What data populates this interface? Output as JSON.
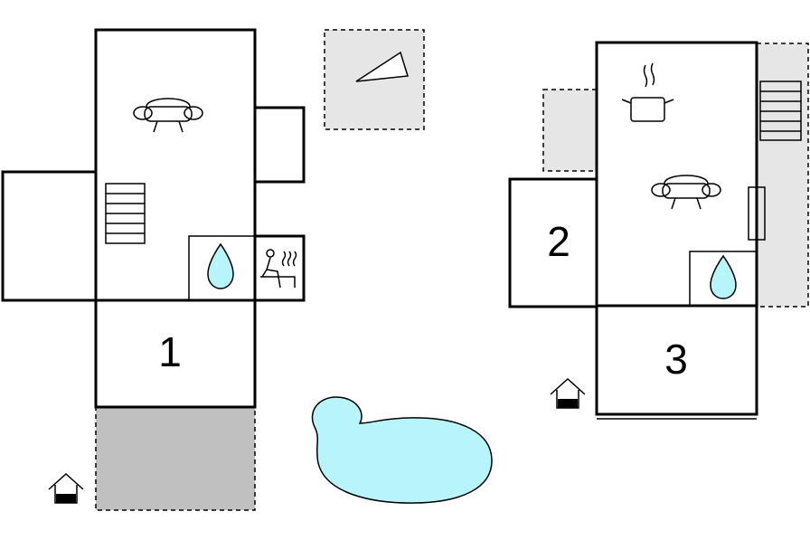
{
  "rooms": [
    {
      "id": "room-1",
      "label": "1"
    },
    {
      "id": "room-2",
      "label": "2"
    },
    {
      "id": "room-3",
      "label": "3"
    }
  ],
  "icons": [
    "sofa-icon",
    "stairs-icon",
    "water-drop-icon",
    "sauna-icon",
    "compass-icon",
    "cooking-pot-icon",
    "house-entrance-icon",
    "pool"
  ],
  "colors": {
    "terrace_light": "#e6e6e6",
    "terrace_dark": "#c0c0c0",
    "pool": "#b8f5fb",
    "wall": "#000000"
  }
}
